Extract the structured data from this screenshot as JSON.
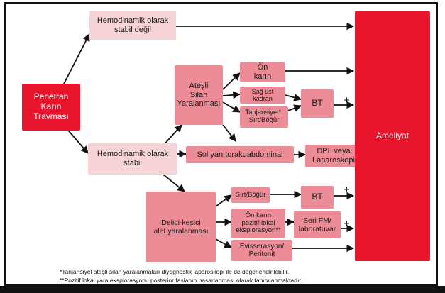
{
  "nodes": {
    "penetran": "Penetran\nKarın\nTravması",
    "unstable": "Hemodinamik olarak\nstabil değil",
    "stable": "Hemodinamik olarak\nstabil",
    "gunshot": "Ateşli\nSilah\nYaralanması",
    "stab": "Delici-kesici\nalet yaralanması",
    "on_karin": "Ön\nkarın",
    "sag_ust": "Sağ üst\nkadran",
    "tanjansiyel": "Tanjansiyel*,\nSırt/Böğür",
    "bt_top": "BT",
    "sol_yan": "Sol yan torakoabdominal",
    "dpl": "DPL veya\nLaparoskopi",
    "sirt_bogur": "Sırt/Böğür",
    "bt_bottom": "BT",
    "on_karin_pozitif": "Ön karın\npozitif lokal\neksplorasyon**",
    "seri_fm": "Seri FM/\nlaboratuvar",
    "evisserasyon": "Evisserasyon/\nPeritonit",
    "ameliyat": "Ameliyat"
  },
  "plus_sign": "+",
  "footnotes": [
    "*Tanjansiyel ateşli silah yaralanmaları diyognostik laparoskopi ile de değerlendirilebilir.",
    "**Pozitif lokal yara eksplorasyonu posterior fasianın hasarlanması olarak tanımlanmaktadır."
  ],
  "colors": {
    "dark_red": "#e8142b",
    "medium_pink": "#ec8c97",
    "light_pink": "#f6d3d6"
  }
}
